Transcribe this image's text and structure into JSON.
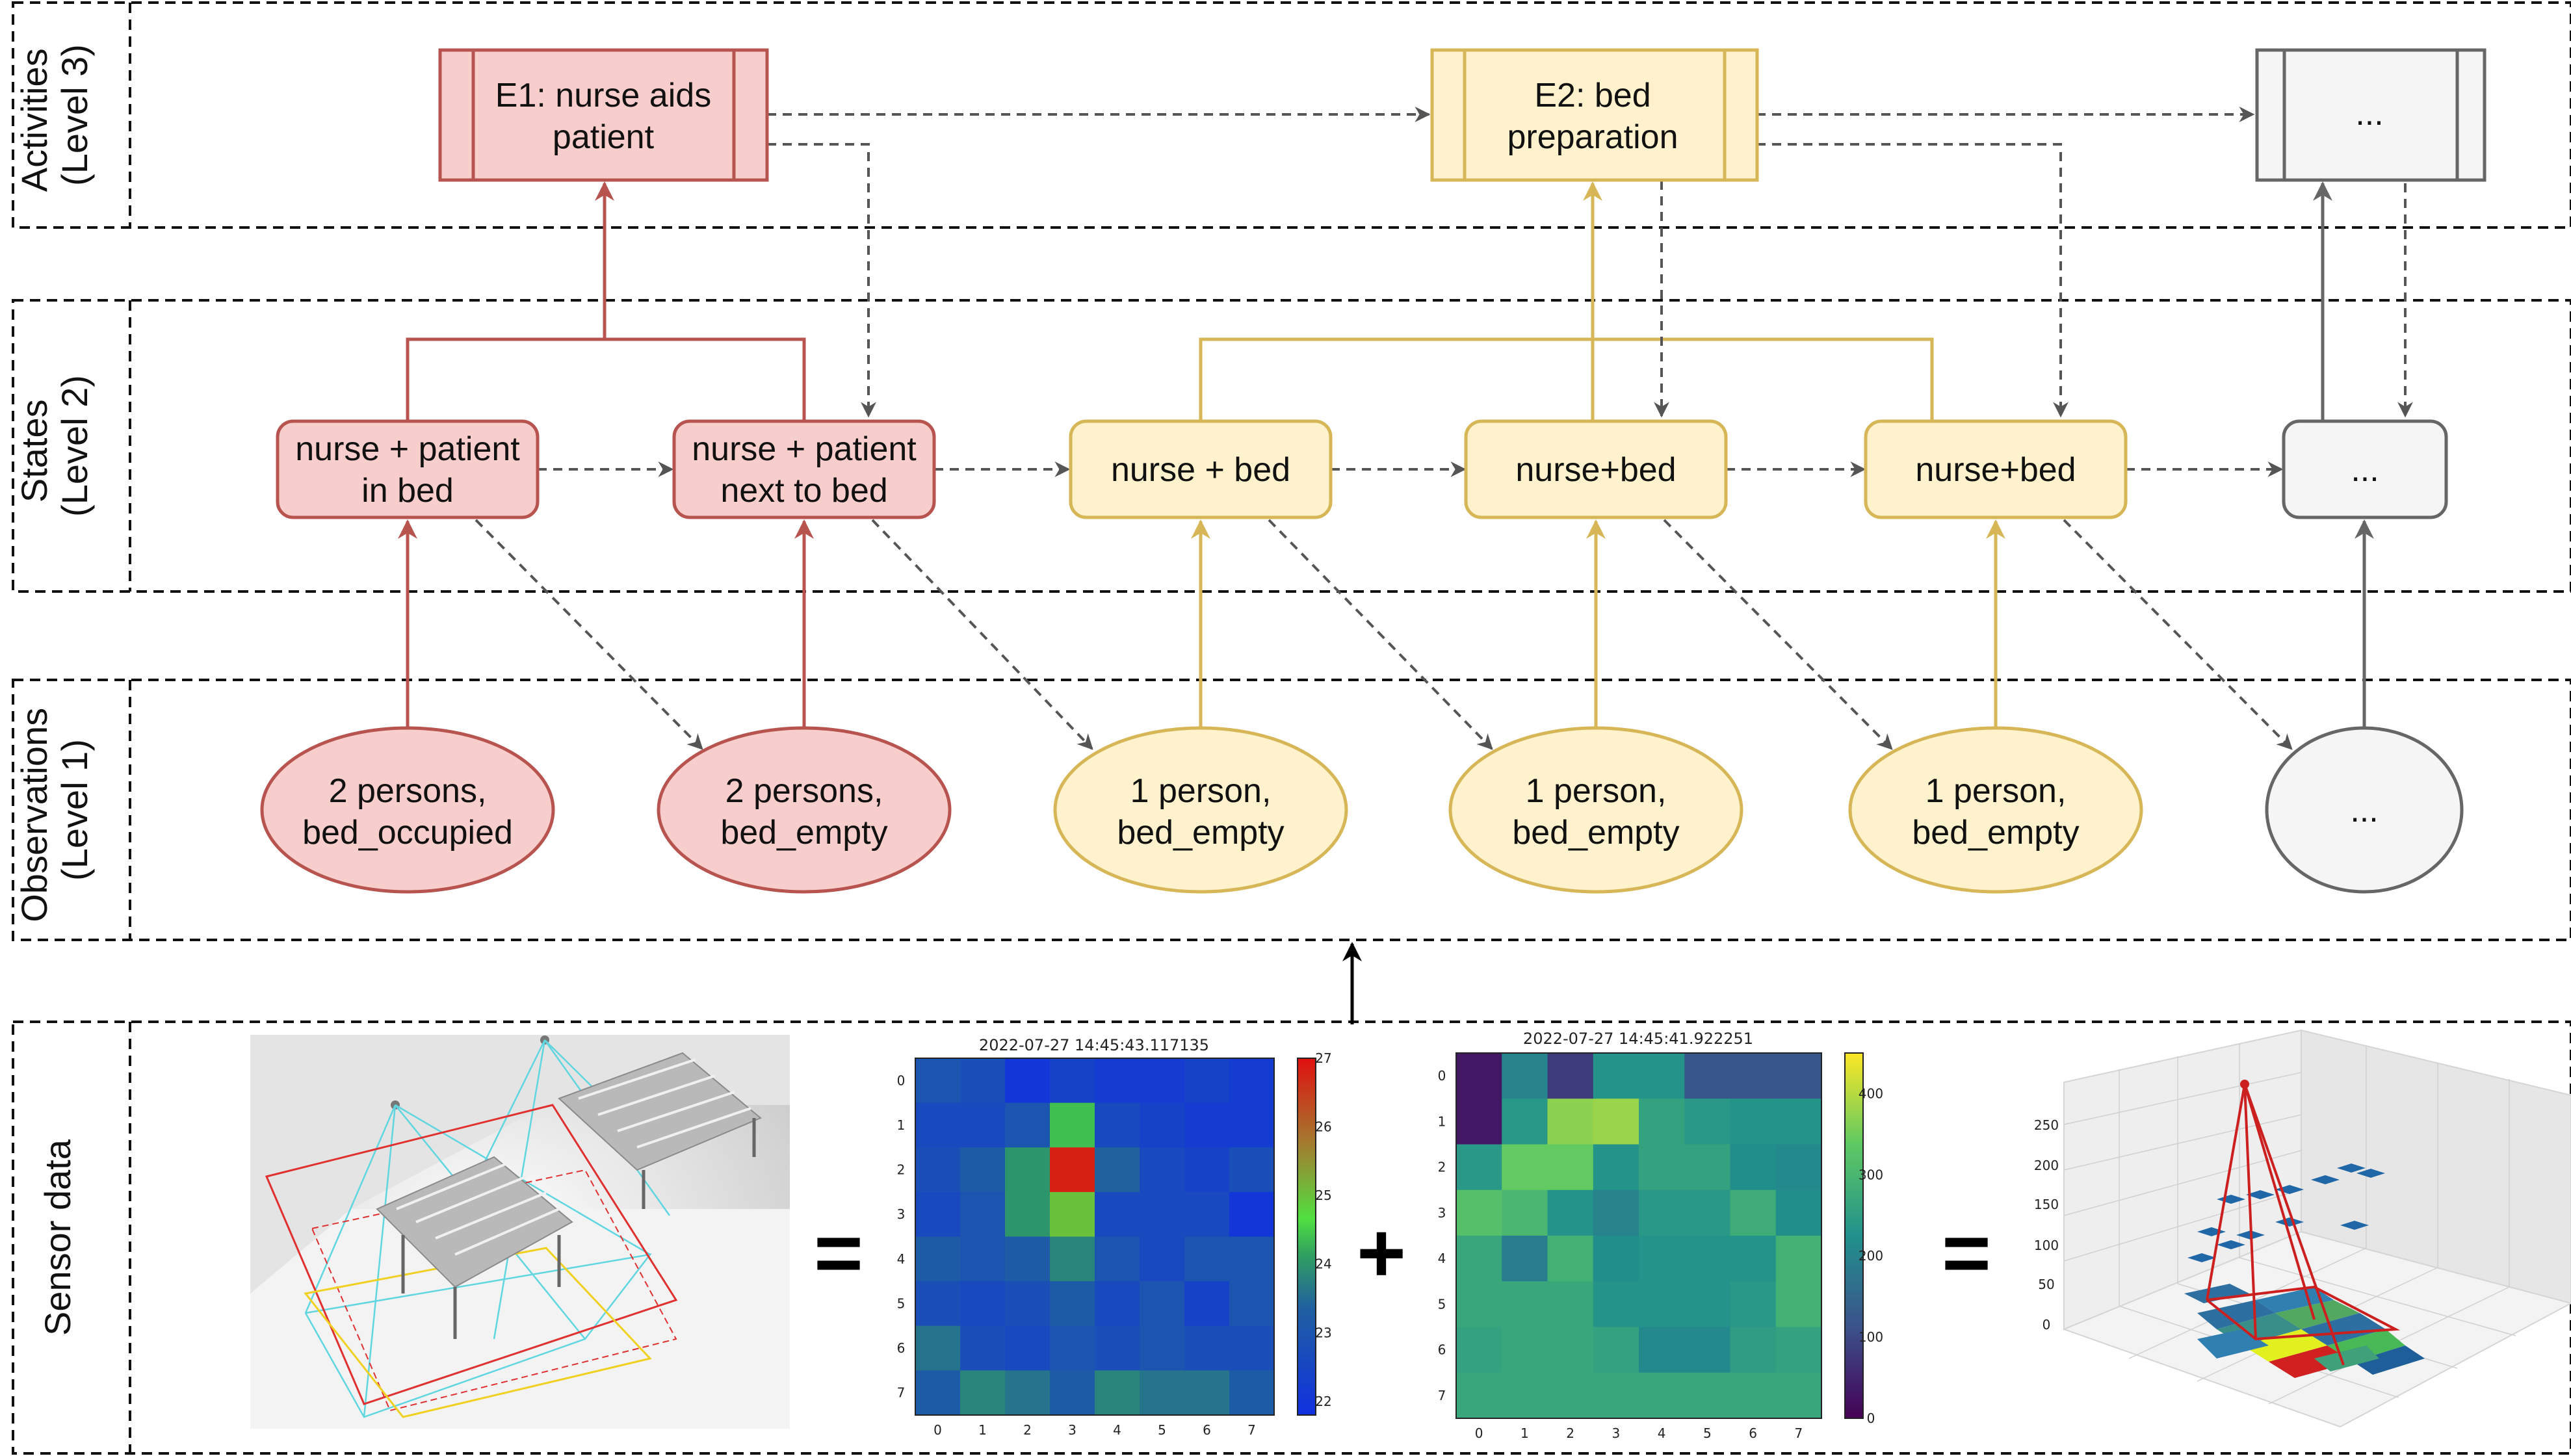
{
  "bands": {
    "activities": {
      "line1": "Activities",
      "line2": "(Level 3)"
    },
    "states": {
      "line1": "States",
      "line2": "(Level 2)"
    },
    "observations": {
      "line1": "Observations",
      "line2": "(Level 1)"
    },
    "sensor": {
      "line1": "Sensor data"
    }
  },
  "activities": [
    {
      "line1": "E1: nurse aids",
      "line2": "patient",
      "color": "red"
    },
    {
      "line1": "E2: bed",
      "line2": "preparation",
      "color": "yellow"
    },
    {
      "line1": "...",
      "line2": "",
      "color": "gray"
    }
  ],
  "states": [
    {
      "line1": "nurse + patient",
      "line2": "in bed",
      "color": "red"
    },
    {
      "line1": "nurse + patient",
      "line2": "next to bed",
      "color": "red"
    },
    {
      "line1": "nurse + bed",
      "line2": "",
      "color": "yellow"
    },
    {
      "line1": "nurse+bed",
      "line2": "",
      "color": "yellow"
    },
    {
      "line1": "nurse+bed",
      "line2": "",
      "color": "yellow"
    },
    {
      "line1": "...",
      "line2": "",
      "color": "gray"
    }
  ],
  "observations": [
    {
      "line1": "2 persons,",
      "line2": "bed_occupied",
      "color": "red"
    },
    {
      "line1": "2 persons,",
      "line2": "bed_empty",
      "color": "red"
    },
    {
      "line1": "1 person,",
      "line2": "bed_empty",
      "color": "yellow"
    },
    {
      "line1": "1 person,",
      "line2": "bed_empty",
      "color": "yellow"
    },
    {
      "line1": "1 person,",
      "line2": "bed_empty",
      "color": "yellow"
    },
    {
      "line1": "...",
      "line2": "",
      "color": "gray"
    }
  ],
  "colors": {
    "red_fill": "#f8cecc",
    "red_stroke": "#b85450",
    "yellow_fill": "#fff2cc",
    "yellow_stroke": "#d6b656",
    "gray_fill": "#f5f5f5",
    "gray_stroke": "#666666",
    "dash_arrow": "#555555"
  },
  "sensor": {
    "operator_eq": "=",
    "operator_plus": "+",
    "icon_scene": "bed-room-sensor-scene",
    "heatmap_temp": {
      "title": "2022-07-27 14:45:43.117135",
      "x_ticks": [
        "0",
        "1",
        "2",
        "3",
        "4",
        "5",
        "6",
        "7"
      ],
      "y_ticks": [
        "0",
        "1",
        "2",
        "3",
        "4",
        "5",
        "6",
        "7"
      ],
      "colorbar_ticks": [
        "27",
        "26",
        "25",
        "24",
        "23",
        "22"
      ],
      "colormap": "jet",
      "range": [
        21.8,
        27.0
      ],
      "values": [
        [
          23.0,
          22.8,
          22.0,
          22.4,
          22.2,
          22.2,
          22.4,
          22.2
        ],
        [
          22.6,
          22.6,
          23.0,
          24.4,
          22.6,
          22.4,
          22.2,
          22.2
        ],
        [
          22.8,
          23.2,
          24.0,
          26.8,
          23.4,
          22.6,
          22.4,
          22.8
        ],
        [
          22.6,
          23.0,
          24.0,
          25.0,
          22.6,
          22.6,
          22.6,
          22.0
        ],
        [
          23.2,
          23.0,
          23.2,
          23.8,
          23.0,
          22.6,
          23.0,
          23.0
        ],
        [
          22.8,
          22.6,
          22.8,
          23.2,
          22.6,
          23.0,
          22.4,
          23.0
        ],
        [
          23.6,
          22.8,
          22.6,
          23.0,
          22.8,
          23.0,
          22.8,
          22.8
        ],
        [
          23.2,
          23.8,
          23.6,
          23.2,
          23.8,
          23.6,
          23.6,
          23.2
        ]
      ]
    },
    "heatmap_depth": {
      "title": "2022-07-27 14:45:41.922251",
      "x_ticks": [
        "0",
        "1",
        "2",
        "3",
        "4",
        "5",
        "6",
        "7"
      ],
      "y_ticks": [
        "0",
        "1",
        "2",
        "3",
        "4",
        "5",
        "6",
        "7"
      ],
      "colorbar_ticks": [
        "400",
        "300",
        "200",
        "100",
        "0"
      ],
      "colormap": "viridis",
      "range": [
        0,
        450
      ],
      "values": [
        [
          30,
          200,
          80,
          230,
          230,
          120,
          120,
          120
        ],
        [
          30,
          240,
          370,
          380,
          260,
          240,
          230,
          230
        ],
        [
          240,
          340,
          340,
          230,
          260,
          260,
          220,
          210
        ],
        [
          320,
          300,
          230,
          200,
          240,
          240,
          280,
          220
        ],
        [
          270,
          190,
          290,
          220,
          230,
          230,
          230,
          290
        ],
        [
          270,
          270,
          270,
          230,
          230,
          230,
          240,
          290
        ],
        [
          260,
          270,
          270,
          260,
          210,
          210,
          250,
          260
        ],
        [
          270,
          270,
          270,
          270,
          270,
          270,
          270,
          270
        ]
      ]
    },
    "plot3d": {
      "z_ticks": [
        "250",
        "200",
        "150",
        "100",
        "50",
        "0"
      ]
    }
  }
}
